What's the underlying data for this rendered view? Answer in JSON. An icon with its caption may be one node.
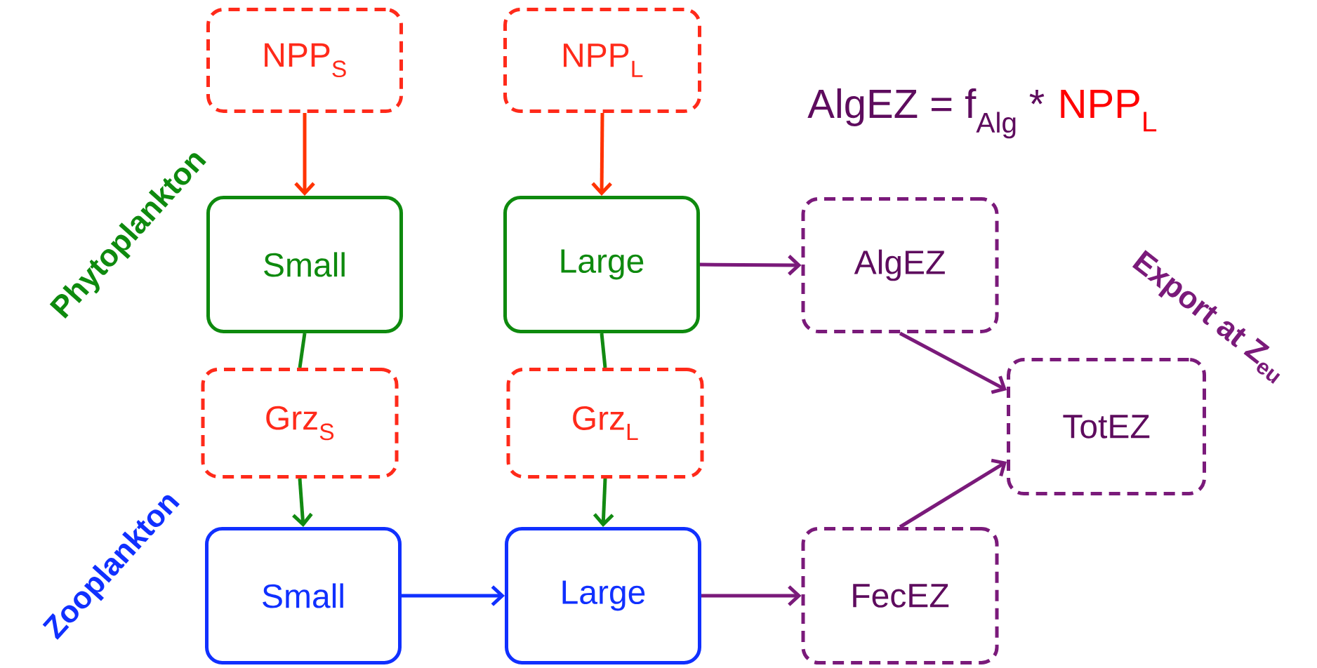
{
  "diagram": {
    "nodes": [
      {
        "text": [
          "NPP$_{S}$"
        ]
      },
      {
        "text": [
          "NPP$_{L}$"
        ]
      },
      {
        "text": [
          "Small"
        ]
      },
      {
        "text": [
          "Large"
        ]
      },
      {
        "text": [
          "AlgEZ"
        ]
      },
      {
        "text": [
          "Grz$_{S}$"
        ]
      },
      {
        "text": [
          "Grz$_{L}$"
        ]
      },
      {
        "text": [
          "TotEZ"
        ]
      },
      {
        "text": [
          "Small"
        ]
      },
      {
        "text": [
          "Large"
        ]
      },
      {
        "text": [
          "FecEZ"
        ]
      }
    ],
    "edges": [
      {
        "from": 0,
        "to": 2,
        "arrow": "to",
        "color": "#ff3300"
      },
      {
        "from": 1,
        "to": 3,
        "arrow": "to",
        "color": "#ff3300"
      },
      {
        "from": 3,
        "to": 4,
        "arrow": "to",
        "color": "#7a1a7a"
      },
      {
        "from": 2,
        "to": 5,
        "arrow": "none",
        "color": "#128a12"
      },
      {
        "from": 3,
        "to": 6,
        "arrow": "none",
        "color": "#128a12"
      },
      {
        "from": 4,
        "to": 7,
        "arrow": "to",
        "color": "#7a1a7a"
      },
      {
        "from": 5,
        "to": 8,
        "arrow": "to",
        "color": "#128a12"
      },
      {
        "from": 6,
        "to": 9,
        "arrow": "to",
        "color": "#128a12"
      },
      {
        "from": 8,
        "to": 9,
        "arrow": "to",
        "color": "#1030ff"
      },
      {
        "from": 9,
        "to": 10,
        "arrow": "to",
        "color": "#7a1a7a"
      },
      {
        "from": 10,
        "to": 7,
        "arrow": "to",
        "color": "#7a1a7a"
      }
    ],
    "labels": [
      "AlgEZ = f$_{Alg}$ *",
      "NPP$_{L}$",
      "Phytoplankton",
      "Zooplankton",
      "Export at Z$_{eu}$"
    ]
  }
}
